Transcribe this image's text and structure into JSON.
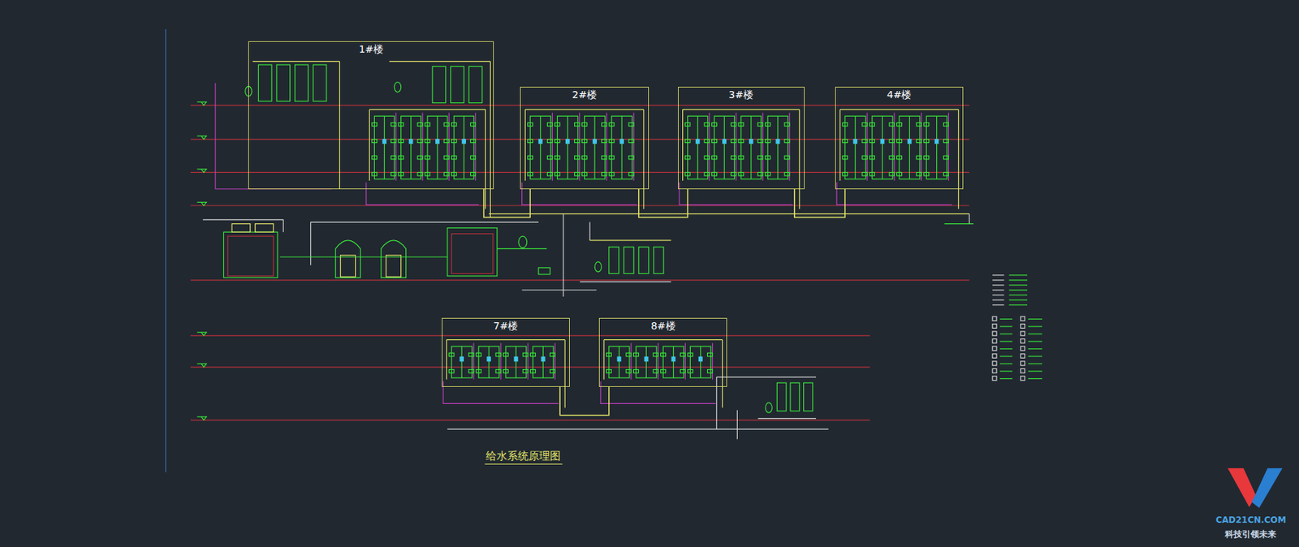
{
  "diagram": {
    "title": "给水系统原理图",
    "nodes": [
      {
        "text": [
          "1#楼"
        ]
      },
      {
        "text": [
          "2#楼"
        ]
      },
      {
        "text": [
          "3#楼"
        ]
      },
      {
        "text": [
          "4#楼"
        ]
      },
      {
        "text": [
          "7#楼"
        ]
      },
      {
        "text": [
          "8#楼"
        ]
      }
    ],
    "edges": [
      {
        "from": 0,
        "to": 1,
        "arrow": "none"
      },
      {
        "from": 1,
        "to": 2,
        "arrow": "none"
      },
      {
        "from": 2,
        "to": 3,
        "arrow": "none"
      },
      {
        "from": 4,
        "to": 5,
        "arrow": "none"
      }
    ],
    "labels": [
      "CAD21CN.COM",
      "科技引领未来"
    ]
  }
}
